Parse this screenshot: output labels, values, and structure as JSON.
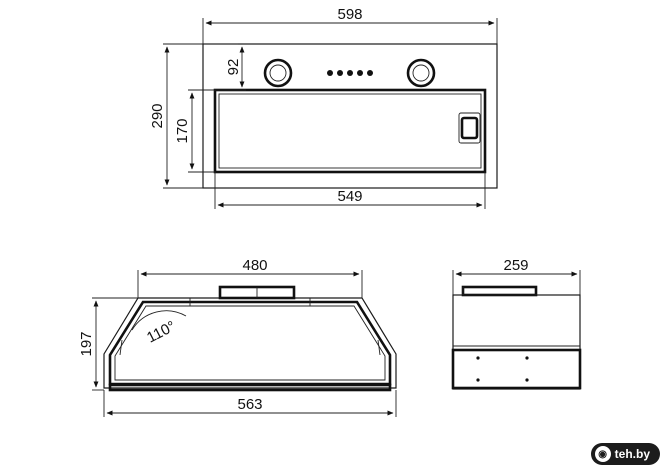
{
  "dimensions": {
    "front_width": "598",
    "front_height": "290",
    "control_panel_height": "92",
    "filter_height": "170",
    "filter_width": "549",
    "top_width": "480",
    "body_height": "197",
    "angle": "110°",
    "base_width": "563",
    "side_depth": "259"
  },
  "watermark": {
    "text": "teh.by",
    "icon": "camera-icon"
  }
}
